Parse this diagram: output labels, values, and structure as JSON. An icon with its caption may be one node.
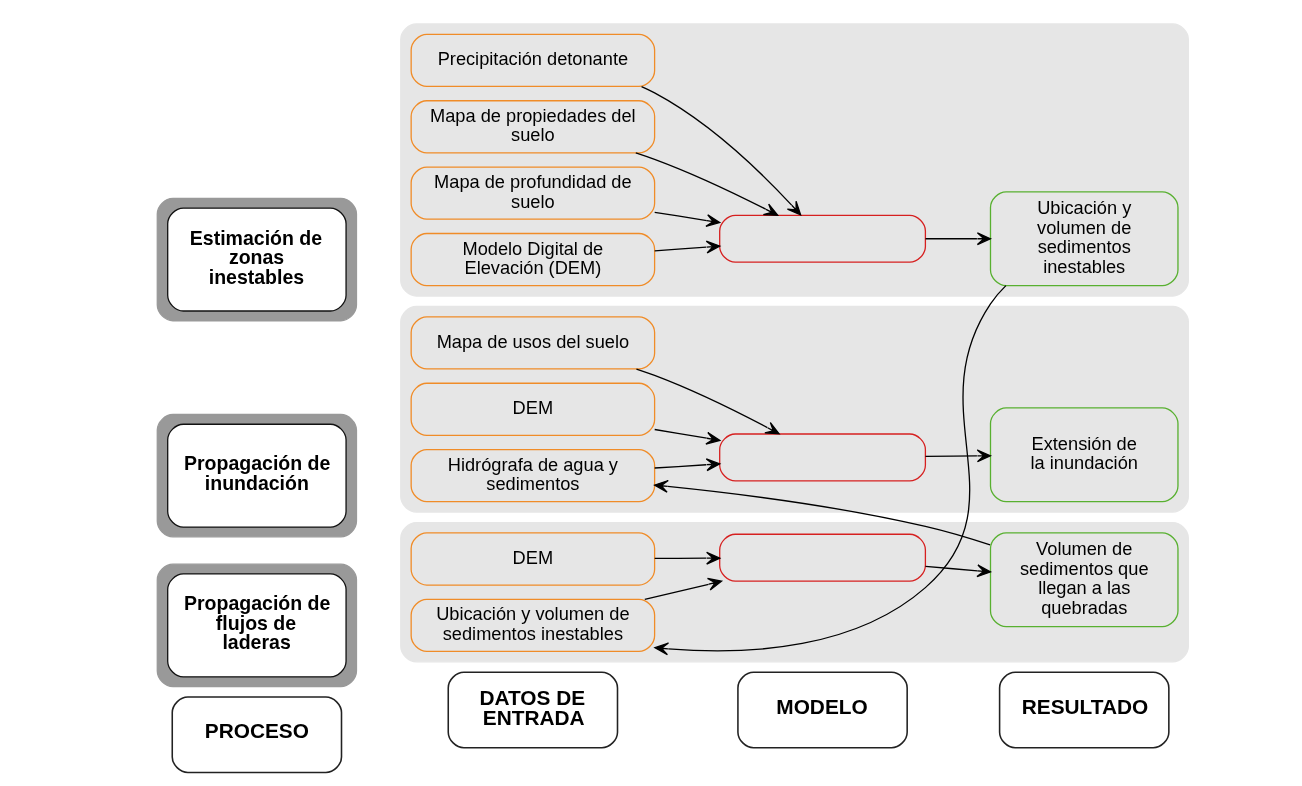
{
  "diagram": {
    "nodes": [
      {
        "text": [
          "PROCESO"
        ]
      },
      {
        "text": [
          "DATOS DE ENTRADA"
        ]
      },
      {
        "text": [
          "MODELO"
        ]
      },
      {
        "text": [
          "RESULTADO"
        ]
      },
      {
        "text": [],
        "shape": "box"
      },
      {
        "text": [
          "Estimación de zonas inestables"
        ],
        "in": 4
      },
      {
        "text": [],
        "shape": "box"
      },
      {
        "text": [
          "Modelo Digital de Elevación (DEM)"
        ],
        "in": 6
      },
      {
        "text": [
          "Mapa de profundidad de suelo"
        ],
        "in": 6
      },
      {
        "text": [
          "Mapa de propiedades del suelo"
        ],
        "in": 6
      },
      {
        "text": [
          "Precipitación detonante"
        ],
        "in": 6
      },
      {
        "text": [],
        "shape": "box",
        "in": 6
      },
      {
        "text": [
          "Ubicación y volumen de sedimentos inestables"
        ],
        "in": 6
      },
      {
        "text": [],
        "shape": "box"
      },
      {
        "text": [
          "Propagación de flujos de laderas"
        ],
        "in": 13
      },
      {
        "text": [],
        "shape": "box"
      },
      {
        "text": [
          "Ubicación y volumen de sedimentos inestables"
        ],
        "in": 15
      },
      {
        "text": [
          "DEM"
        ],
        "in": 15
      },
      {
        "text": [],
        "shape": "box",
        "in": 15
      },
      {
        "text": [
          "Volumen de sedimentos que llegan a las quebradas"
        ],
        "in": 15
      },
      {
        "text": [],
        "shape": "box"
      },
      {
        "text": [
          "Propagación de inundación"
        ],
        "in": 20
      },
      {
        "text": [],
        "shape": "box"
      },
      {
        "text": [
          "Hidrógrafa de agua y sedimentos"
        ],
        "in": 22
      },
      {
        "text": [
          "DEM"
        ],
        "in": 22
      },
      {
        "text": [
          "Mapa de usos del suelo"
        ],
        "in": 22
      },
      {
        "text": [],
        "shape": "box",
        "in": 22
      },
      {
        "text": [
          "Extensión de la inundación"
        ],
        "in": 22
      }
    ],
    "edges": [
      {
        "from": 7,
        "to": 11,
        "arrow": "to"
      },
      {
        "from": 8,
        "to": 11,
        "arrow": "to"
      },
      {
        "from": 9,
        "to": 11,
        "arrow": "to"
      },
      {
        "from": 10,
        "to": 11,
        "arrow": "to"
      },
      {
        "from": 11,
        "to": 12,
        "arrow": "to"
      },
      {
        "from": 12,
        "to": 16,
        "arrow": "to"
      },
      {
        "from": 16,
        "to": 18,
        "arrow": "to"
      },
      {
        "from": 17,
        "to": 18,
        "arrow": "to"
      },
      {
        "from": 18,
        "to": 19,
        "arrow": "to"
      },
      {
        "from": 19,
        "to": 23,
        "arrow": "to"
      },
      {
        "from": 23,
        "to": 26,
        "arrow": "to"
      },
      {
        "from": 24,
        "to": 26,
        "arrow": "to"
      },
      {
        "from": 25,
        "to": 26,
        "arrow": "to"
      },
      {
        "from": 26,
        "to": 27,
        "arrow": "to"
      }
    ]
  }
}
